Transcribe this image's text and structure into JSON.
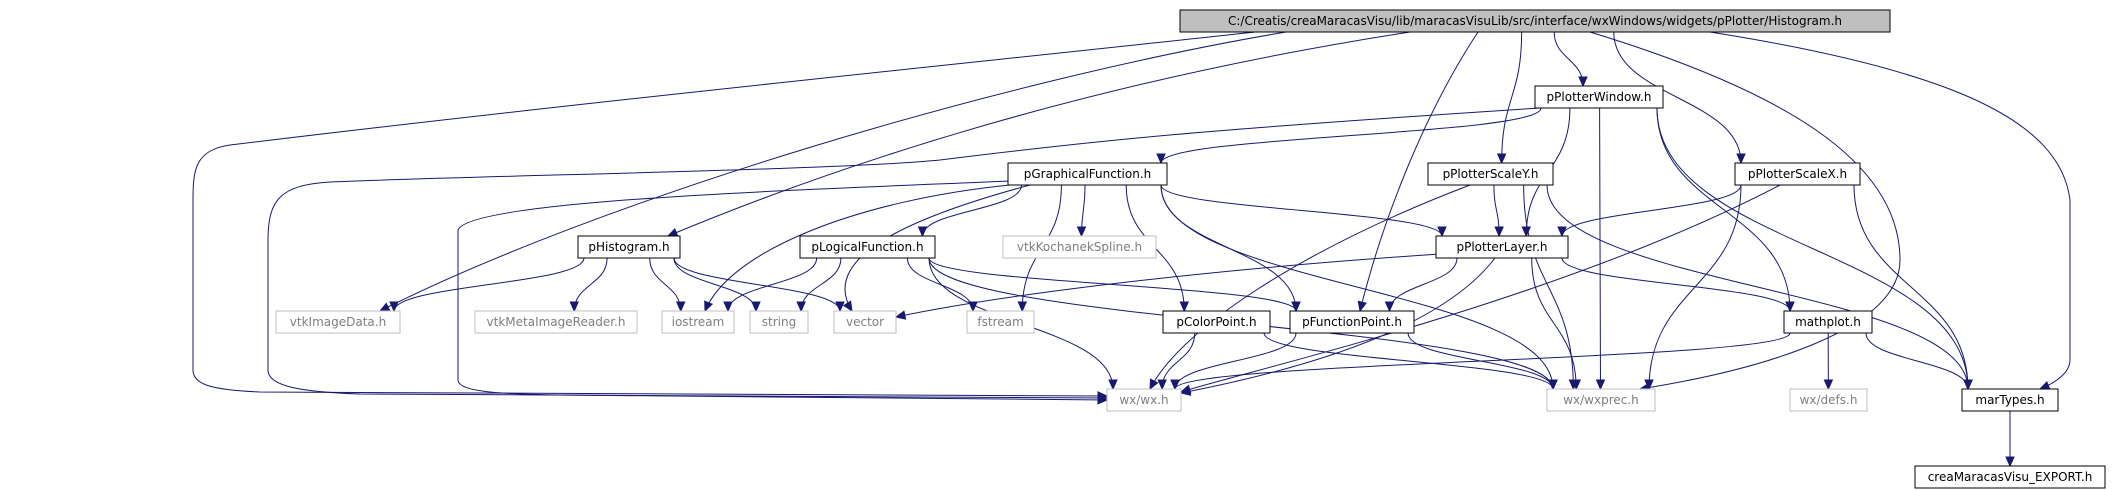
{
  "graph": {
    "nodes": [
      {
        "id": "histogram",
        "label": "C:/Creatis/creaMaracasVisu/lib/maracasVisuLib/src/interface/wxWindows/widgets/pPlotter/Histogram.h",
        "kind": "root"
      },
      {
        "id": "pplotterwindow",
        "label": "pPlotterWindow.h",
        "kind": "local"
      },
      {
        "id": "pgraphicalfunction",
        "label": "pGraphicalFunction.h",
        "kind": "local"
      },
      {
        "id": "pplotterscaley",
        "label": "pPlotterScaleY.h",
        "kind": "local"
      },
      {
        "id": "pplotterscalex",
        "label": "pPlotterScaleX.h",
        "kind": "local"
      },
      {
        "id": "vtkkochanek",
        "label": "vtkKochanekSpline.h",
        "kind": "external"
      },
      {
        "id": "phistogram",
        "label": "pHistogram.h",
        "kind": "local"
      },
      {
        "id": "plogicalfunction",
        "label": "pLogicalFunction.h",
        "kind": "local"
      },
      {
        "id": "pplotterlayer",
        "label": "pPlotterLayer.h",
        "kind": "local"
      },
      {
        "id": "vtkimagedata",
        "label": "vtkImageData.h",
        "kind": "external"
      },
      {
        "id": "vtkmetaimagereader",
        "label": "vtkMetaImageReader.h",
        "kind": "external"
      },
      {
        "id": "iostream",
        "label": "iostream",
        "kind": "external"
      },
      {
        "id": "string",
        "label": "string",
        "kind": "external"
      },
      {
        "id": "vector",
        "label": "vector",
        "kind": "external"
      },
      {
        "id": "fstream",
        "label": "fstream",
        "kind": "external"
      },
      {
        "id": "pcolorpoint",
        "label": "pColorPoint.h",
        "kind": "local"
      },
      {
        "id": "pfunctionpoint",
        "label": "pFunctionPoint.h",
        "kind": "local"
      },
      {
        "id": "mathplot",
        "label": "mathplot.h",
        "kind": "local"
      },
      {
        "id": "wxwx",
        "label": "wx/wx.h",
        "kind": "external"
      },
      {
        "id": "wxwxprec",
        "label": "wx/wxprec.h",
        "kind": "external"
      },
      {
        "id": "wxdefs",
        "label": "wx/defs.h",
        "kind": "external"
      },
      {
        "id": "martypes",
        "label": "marTypes.h",
        "kind": "local"
      },
      {
        "id": "export",
        "label": "creaMaracasVisu_EXPORT.h",
        "kind": "local"
      }
    ],
    "edges": [
      {
        "from": "histogram",
        "to": "pplotterwindow"
      },
      {
        "from": "histogram",
        "to": "pplotterscaley"
      },
      {
        "from": "histogram",
        "to": "pplotterscalex"
      },
      {
        "from": "histogram",
        "to": "phistogram"
      },
      {
        "from": "histogram",
        "to": "vtkimagedata"
      },
      {
        "from": "histogram",
        "to": "wxwx"
      },
      {
        "from": "histogram",
        "to": "martypes"
      },
      {
        "from": "histogram",
        "to": "pfunctionpoint"
      },
      {
        "from": "histogram",
        "to": "wxwxprec"
      },
      {
        "from": "pplotterwindow",
        "to": "pgraphicalfunction"
      },
      {
        "from": "pplotterwindow",
        "to": "pplotterlayer"
      },
      {
        "from": "pplotterwindow",
        "to": "mathplot"
      },
      {
        "from": "pplotterwindow",
        "to": "martypes"
      },
      {
        "from": "pplotterwindow",
        "to": "wxwxprec"
      },
      {
        "from": "pplotterwindow",
        "to": "wxwx"
      },
      {
        "from": "pgraphicalfunction",
        "to": "vtkkochanek"
      },
      {
        "from": "pgraphicalfunction",
        "to": "plogicalfunction"
      },
      {
        "from": "pgraphicalfunction",
        "to": "pplotterlayer"
      },
      {
        "from": "pgraphicalfunction",
        "to": "pcolorpoint"
      },
      {
        "from": "pgraphicalfunction",
        "to": "pfunctionpoint"
      },
      {
        "from": "pgraphicalfunction",
        "to": "iostream"
      },
      {
        "from": "pgraphicalfunction",
        "to": "vector"
      },
      {
        "from": "pgraphicalfunction",
        "to": "fstream"
      },
      {
        "from": "pgraphicalfunction",
        "to": "wxwx"
      },
      {
        "from": "pgraphicalfunction",
        "to": "wxwxprec"
      },
      {
        "from": "pplotterscaley",
        "to": "pplotterlayer"
      },
      {
        "from": "pplotterscaley",
        "to": "wxwx"
      },
      {
        "from": "pplotterscaley",
        "to": "wxwxprec"
      },
      {
        "from": "pplotterscalex",
        "to": "pplotterlayer"
      },
      {
        "from": "pplotterscalex",
        "to": "wxwx"
      },
      {
        "from": "pplotterscalex",
        "to": "wxwxprec"
      },
      {
        "from": "pplotterscalex",
        "to": "martypes"
      },
      {
        "from": "pplotterscaley",
        "to": "martypes"
      },
      {
        "from": "phistogram",
        "to": "vtkimagedata"
      },
      {
        "from": "phistogram",
        "to": "vtkmetaimagereader"
      },
      {
        "from": "phistogram",
        "to": "iostream"
      },
      {
        "from": "phistogram",
        "to": "string"
      },
      {
        "from": "phistogram",
        "to": "vector"
      },
      {
        "from": "plogicalfunction",
        "to": "iostream"
      },
      {
        "from": "plogicalfunction",
        "to": "string"
      },
      {
        "from": "plogicalfunction",
        "to": "fstream"
      },
      {
        "from": "plogicalfunction",
        "to": "pfunctionpoint"
      },
      {
        "from": "plogicalfunction",
        "to": "wxwx"
      },
      {
        "from": "plogicalfunction",
        "to": "wxwxprec"
      },
      {
        "from": "pplotterlayer",
        "to": "vector"
      },
      {
        "from": "pplotterlayer",
        "to": "pfunctionpoint"
      },
      {
        "from": "pplotterlayer",
        "to": "mathplot"
      },
      {
        "from": "pplotterlayer",
        "to": "wxwx"
      },
      {
        "from": "pplotterlayer",
        "to": "wxwxprec"
      },
      {
        "from": "pcolorpoint",
        "to": "wxwx"
      },
      {
        "from": "pcolorpoint",
        "to": "wxwxprec"
      },
      {
        "from": "pfunctionpoint",
        "to": "wxwx"
      },
      {
        "from": "pfunctionpoint",
        "to": "wxwxprec"
      },
      {
        "from": "mathplot",
        "to": "wxdefs"
      },
      {
        "from": "mathplot",
        "to": "martypes"
      },
      {
        "from": "mathplot",
        "to": "wxwx"
      },
      {
        "from": "martypes",
        "to": "export"
      }
    ]
  },
  "colors": {
    "edge": "#191970",
    "root_fill": "#bfbfbf",
    "node_border": "#000000",
    "external_border": "#bfbfbf",
    "external_text": "#7f7f7f",
    "text": "#000000"
  }
}
